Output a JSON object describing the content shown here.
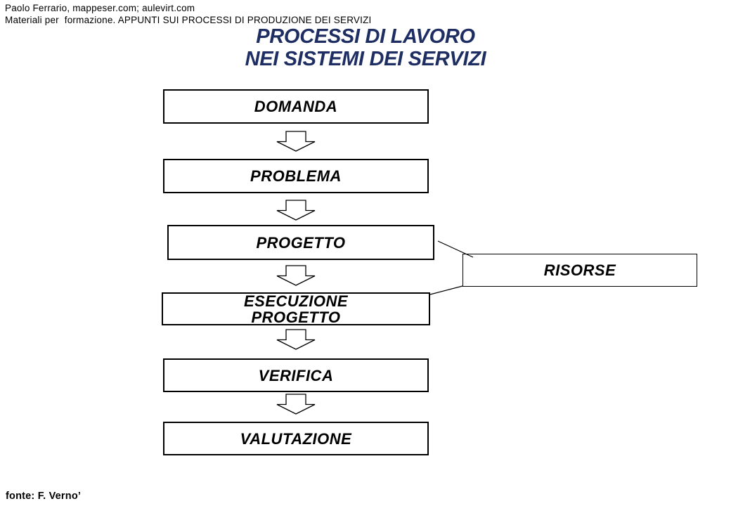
{
  "header": {
    "line1": "Paolo Ferrario, mappeser.com; aulevirt.com",
    "line2": "Materiali per  formazione. APPUNTI SUI PROCESSI DI PRODUZIONE DEI SERVIZI"
  },
  "title": {
    "line1": "PROCESSI DI LAVORO",
    "line2": "NEI SISTEMI DEI SERVIZI",
    "color": "#1E2E62"
  },
  "flow": {
    "boxes": [
      {
        "label": "DOMANDA"
      },
      {
        "label": "PROBLEMA"
      },
      {
        "label": "PROGETTO"
      },
      {
        "label": "ESECUZIONE\nPROGETTO"
      },
      {
        "label": "VERIFICA"
      },
      {
        "label": "VALUTAZIONE"
      }
    ],
    "side_box": {
      "label": "RISORSE"
    },
    "arrow_icon": "down-block-arrow",
    "border_color": "#000000",
    "box_fill": "#ffffff"
  },
  "footer": {
    "source": "fonte: F. Verno’"
  }
}
